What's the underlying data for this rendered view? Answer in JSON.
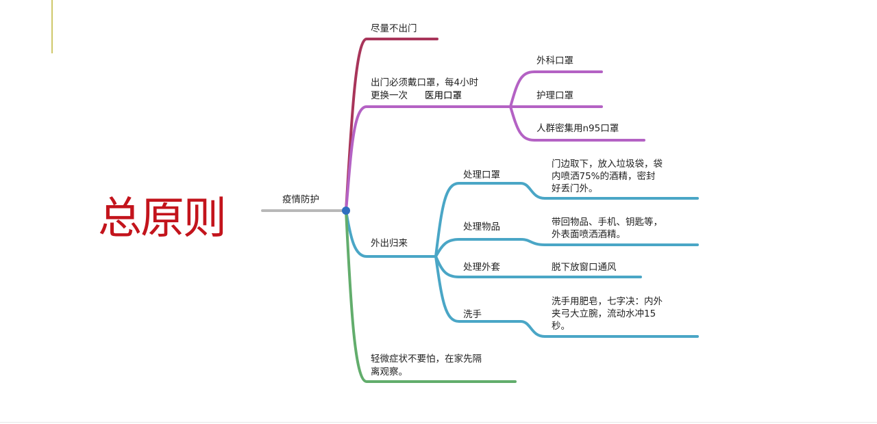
{
  "slide_title": "总原则",
  "root": "疫情防护",
  "colors": {
    "title": "#c3141c",
    "branch1": "#a8355a",
    "branch2": "#b462c4",
    "branch3": "#4aa6c6",
    "branch4": "#62ad6c",
    "root_line": "#b8b8b8"
  },
  "branches": [
    {
      "label": "尽量不出门"
    },
    {
      "label_line1": "出门必须戴口罩，每4小时",
      "label_line2": "更换一次",
      "label_extra": "医用口罩",
      "children": [
        "外科口罩",
        "护理口罩",
        "人群密集用n95口罩"
      ]
    },
    {
      "label": "外出归来",
      "children": [
        {
          "label": "处理口罩",
          "detail": [
            "门边取下，放入垃圾袋，袋",
            "内喷洒75%的酒精，密封",
            "好丢门外。"
          ]
        },
        {
          "label": "处理物品",
          "detail": [
            "带回物品、手机、钥匙等，",
            "外表面喷洒酒精。"
          ]
        },
        {
          "label": "处理外套",
          "detail": [
            "脱下放窗口通风"
          ]
        },
        {
          "label": "洗手",
          "detail": [
            "洗手用肥皂，七字决：内外",
            "夹弓大立腕，流动水冲15",
            "秒。"
          ]
        }
      ]
    },
    {
      "label_line1": "轻微症状不要怕，在家先隔",
      "label_line2": "离观察。"
    }
  ]
}
